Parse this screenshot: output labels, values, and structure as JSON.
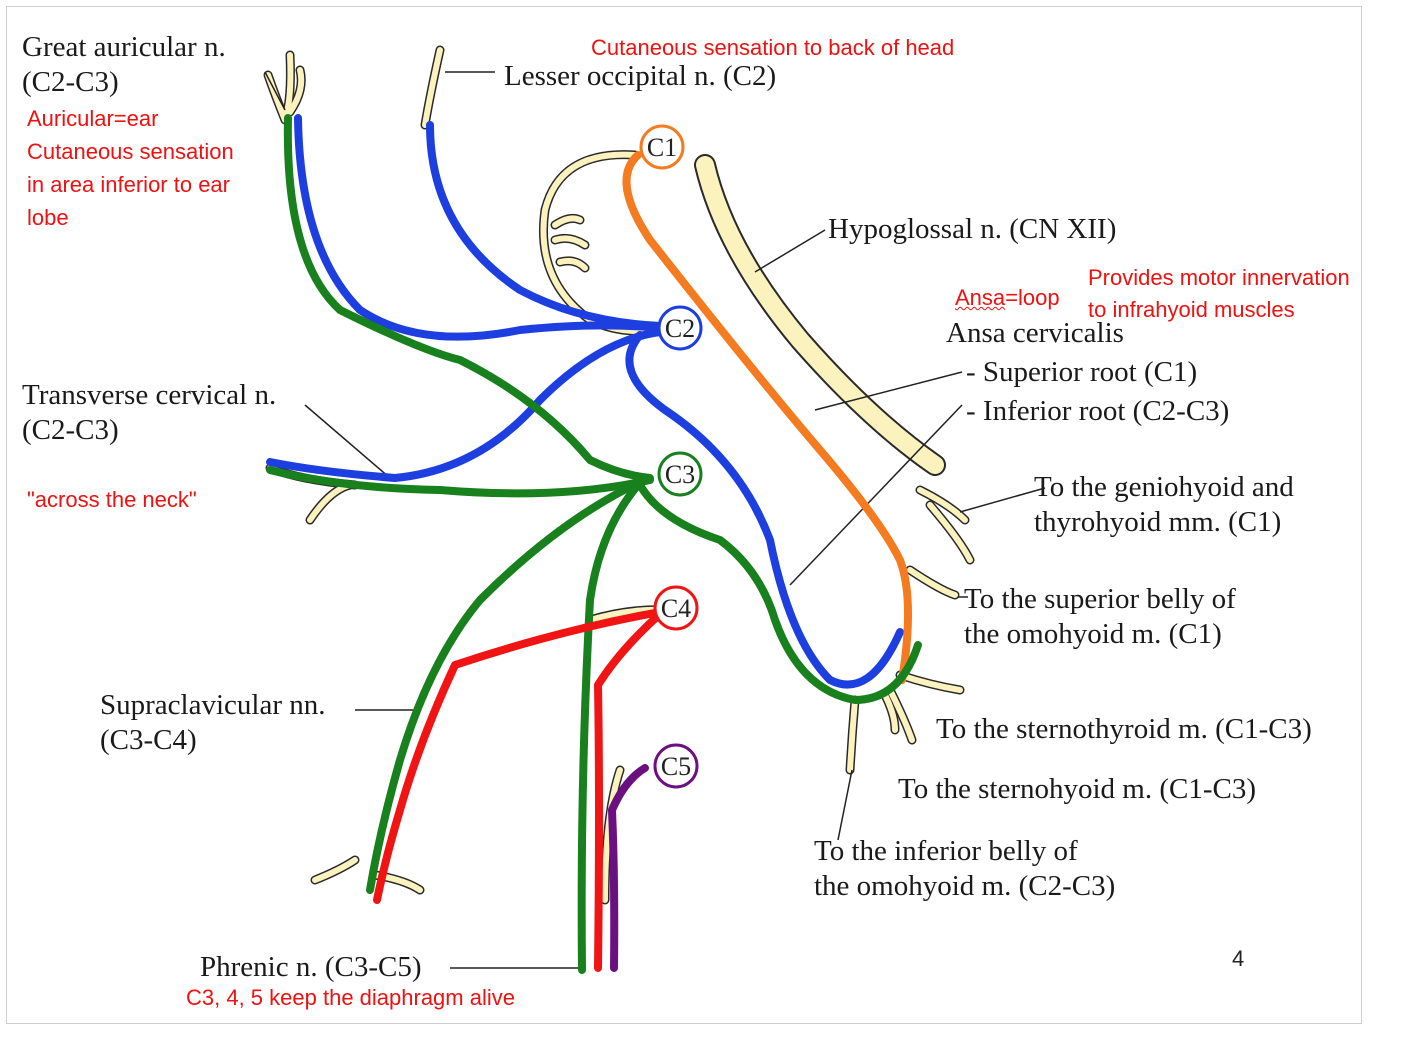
{
  "roots": [
    "C1",
    "C2",
    "C3",
    "C4",
    "C5"
  ],
  "colors": {
    "C1": "#f47b20",
    "C2": "#1d3fe0",
    "C3": "#18801c",
    "C4": "#f01414",
    "C5": "#6b1080",
    "nerve_fill": "#fbf2be",
    "annotation": "#ee1111"
  },
  "labels": {
    "great_auricular": [
      "Great auricular n.",
      "(C2-C3)"
    ],
    "lesser_occipital": "Lesser occipital n. (C2)",
    "hypoglossal": "Hypoglossal n. (CN XII)",
    "ansa_cervicalis": "Ansa cervicalis",
    "superior_root": "- Superior root (C1)",
    "inferior_root": "- Inferior root (C2-C3)",
    "transverse_cervical": [
      "Transverse cervical n.",
      "(C2-C3)"
    ],
    "geniohyoid": [
      "To the geniohyoid and",
      "thyrohyoid mm. (C1)"
    ],
    "omohyoid_superior": [
      "To the superior belly of",
      "the omohyoid m. (C1)"
    ],
    "sternothyroid": "To the sternothyroid m. (C1-C3)",
    "sternohyoid": "To the sternohyoid m. (C1-C3)",
    "omohyoid_inferior": [
      "To the inferior belly of",
      "the omohyoid m. (C2-C3)"
    ],
    "supraclavicular": [
      "Supraclavicular nn.",
      "(C3-C4)"
    ],
    "phrenic": "Phrenic n. (C3-C5)"
  },
  "notes": {
    "lesser_occipital": "Cutaneous sensation to back of head",
    "great_auricular": [
      "Auricular=ear",
      "Cutaneous sensation",
      "in area inferior to ear",
      "lobe"
    ],
    "ansa_prefix": "Ansa",
    "ansa_suffix": "=loop",
    "ansa_function": [
      "Provides motor innervation",
      "to infrahyoid muscles"
    ],
    "transverse_cervical": "\"across the neck\"",
    "phrenic": "C3, 4, 5 keep the diaphragm alive"
  },
  "page_number": "4"
}
